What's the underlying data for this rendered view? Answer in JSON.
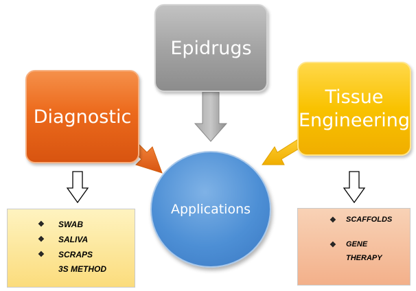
{
  "nodes": {
    "diagnostic": "Diagnostic",
    "epidrugs": "Epidrugs",
    "tissue_engineering_line1": "Tissue",
    "tissue_engineering_line2": "Engineering",
    "applications": "Applications"
  },
  "diagnostic_list": {
    "items": [
      "SWAB",
      "SALIVA",
      "SCRAPS"
    ],
    "extra": "3S METHOD"
  },
  "tissue_list": {
    "item1": "SCAFFOLDS",
    "item2_line1": "GENE",
    "item2_line2": "THERAPY"
  },
  "colors": {
    "diagnostic": "#ec6a1c",
    "epidrugs": "#a4a4a4",
    "tissue_engineering": "#f9c200",
    "applications": "#4d8fd5",
    "diagnostic_box": "#fbdc7c",
    "tissue_box": "#f3b08a"
  },
  "icons": [
    "diamond-bullet-icon",
    "down-arrow-icon",
    "arrow-icon"
  ]
}
